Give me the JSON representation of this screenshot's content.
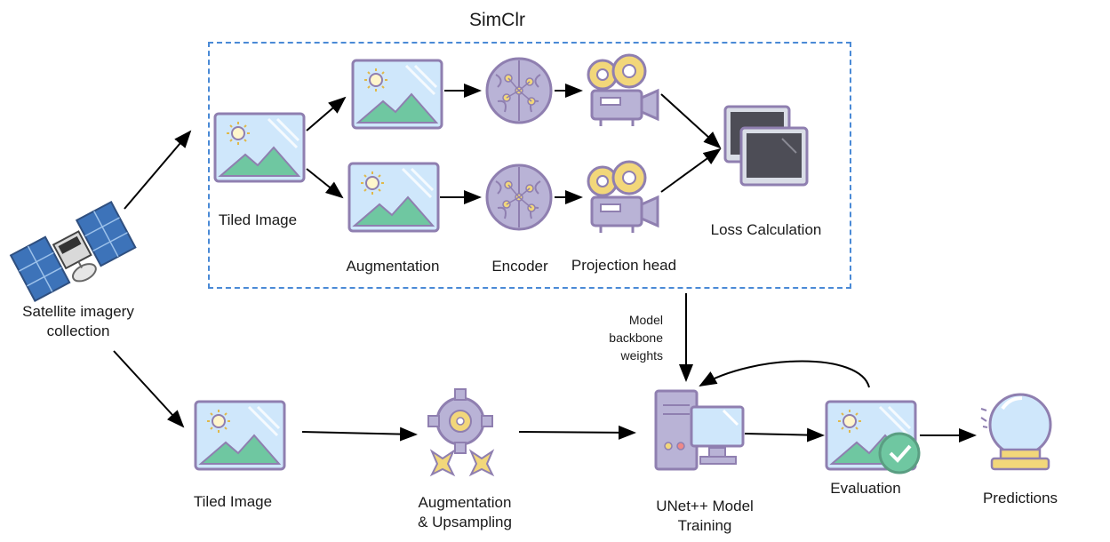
{
  "simclr": {
    "title": "SimClr"
  },
  "satellite": {
    "label_line1": "Satellite imagery",
    "label_line2": "collection"
  },
  "top": {
    "tiled_label": "Tiled Image",
    "augmentation_label": "Augmentation",
    "encoder_label": "Encoder",
    "projection_label": "Projection head",
    "loss_label": "Loss Calculation"
  },
  "weights_note": {
    "line1": "Model",
    "line2": "backbone",
    "line3": "weights"
  },
  "bottom": {
    "tiled_label": "Tiled Image",
    "aug_line1": "Augmentation",
    "aug_line2": "& Upsampling",
    "unet_line1": "UNet++ Model",
    "unet_line2": "Training",
    "evaluation_label": "Evaluation",
    "predictions_label": "Predictions"
  },
  "colors": {
    "outline": "#8f7fb0",
    "sky": "#cfe7fb",
    "mountain": "#6fc7a1",
    "sun": "#e0c75a",
    "brain": "#b9b3d6",
    "projector": "#f2d77a",
    "dashed_border": "#4a8ad6",
    "check_badge": "#6fc7a1"
  }
}
